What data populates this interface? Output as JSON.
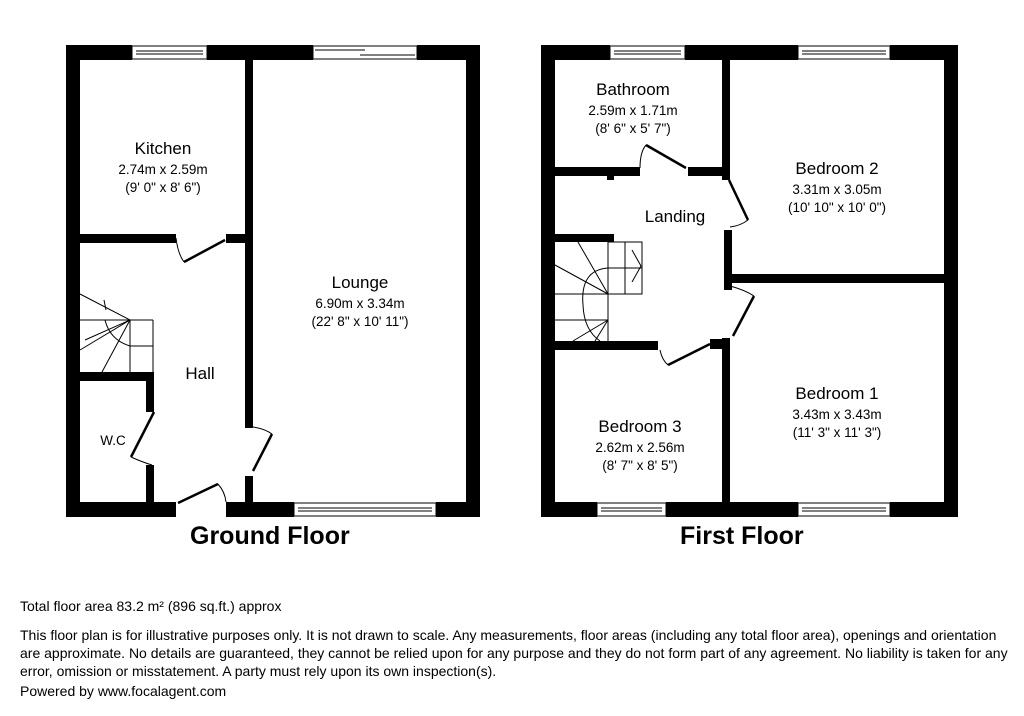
{
  "ground_floor": {
    "title": "Ground Floor",
    "rooms": {
      "kitchen": {
        "name": "Kitchen",
        "metric": "2.74m x 2.59m",
        "imperial": "(9' 0\" x 8' 6\")"
      },
      "lounge": {
        "name": "Lounge",
        "metric": "6.90m x 3.34m",
        "imperial": "(22' 8\" x 10' 11\")"
      },
      "hall": {
        "name": "Hall"
      },
      "wc": {
        "name": "W.C"
      }
    }
  },
  "first_floor": {
    "title": "First Floor",
    "rooms": {
      "bathroom": {
        "name": "Bathroom",
        "metric": "2.59m x 1.71m",
        "imperial": "(8' 6\" x 5' 7\")"
      },
      "landing": {
        "name": "Landing"
      },
      "bedroom2": {
        "name": "Bedroom 2",
        "metric": "3.31m x 3.05m",
        "imperial": "(10' 10\" x 10' 0\")"
      },
      "bedroom1": {
        "name": "Bedroom 1",
        "metric": "3.43m x 3.43m",
        "imperial": "(11' 3\" x 11' 3\")"
      },
      "bedroom3": {
        "name": "Bedroom 3",
        "metric": "2.62m x 2.56m",
        "imperial": "(8' 7\" x 8' 5\")"
      }
    }
  },
  "footer": {
    "total_area": "Total floor area 83.2 m² (896 sq.ft.) approx",
    "disclaimer": "This floor plan is for illustrative purposes only. It is not drawn to scale. Any measurements, floor areas (including any total floor area), openings and orientation are approximate. No details are guaranteed, they cannot be relied upon for any purpose and they do not form part of any agreement. No liability is taken for any error, omission or misstatement. A party must rely upon its own inspection(s).",
    "powered_by": "Powered by www.focalagent.com"
  },
  "colors": {
    "wall": "#000000",
    "background": "#ffffff"
  }
}
